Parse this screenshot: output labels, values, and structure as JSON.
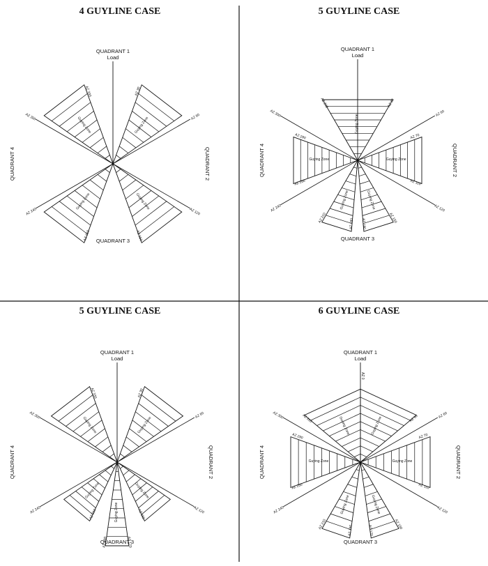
{
  "diagrams": [
    {
      "title": "4 GUYLINE CASE",
      "quadrant_1": "QUADRANT 1",
      "load": "Load",
      "quadrant_2": "QUADRANT 2",
      "quadrant_3": "QUADRANT 3",
      "quadrant_4": "QUADRANT 4",
      "axes": [
        {
          "az": 60,
          "label": "AZ 60"
        },
        {
          "az": 120,
          "label": "AZ 120"
        },
        {
          "az": 240,
          "label": "AZ 240"
        },
        {
          "az": 300,
          "label": "AZ 300"
        }
      ],
      "zones": [
        {
          "az": [
            305,
            340
          ],
          "labels": [
            "",
            "AZ 330"
          ],
          "text": "Guying Zone"
        },
        {
          "az": [
            20,
            55
          ],
          "labels": [
            "AZ 30",
            ""
          ],
          "text": "Guying Zone"
        },
        {
          "az": [
            125,
            160
          ],
          "labels": [
            "",
            "AZ 150"
          ],
          "text": "Guying Zone"
        },
        {
          "az": [
            200,
            235
          ],
          "labels": [
            "AZ 210",
            ""
          ],
          "text": "Guying Zone"
        }
      ]
    },
    {
      "title": "5 GUYLINE CASE",
      "quadrant_1": "QUADRANT 1",
      "load": "Load",
      "quadrant_2": "QUADRANT 2",
      "quadrant_3": "QUADRANT 3",
      "quadrant_4": "QUADRANT 4",
      "axes": [
        {
          "az": 60,
          "label": "AZ 60"
        },
        {
          "az": 120,
          "label": "AZ 120"
        },
        {
          "az": 240,
          "label": "AZ 240"
        },
        {
          "az": 300,
          "label": "AZ 300"
        }
      ],
      "zones": [
        {
          "az": [
            330,
            30
          ],
          "labels": [
            "AZ 330",
            "AZ 30"
          ],
          "text": "Guying Zone"
        },
        {
          "az": [
            70,
            110
          ],
          "labels": [
            "AZ 70",
            "AZ 110"
          ],
          "text": "Guying Zone"
        },
        {
          "az": [
            150,
            175
          ],
          "labels": [
            "AZ 150",
            "AZ 180"
          ],
          "text": "Guying Zone"
        },
        {
          "az": [
            185,
            210
          ],
          "labels": [
            "AZ 180",
            "AZ 210"
          ],
          "text": "Guying Zone"
        },
        {
          "az": [
            250,
            290
          ],
          "labels": [
            "AZ 250",
            "AZ 290"
          ],
          "text": "Guying Zone"
        }
      ]
    },
    {
      "title": "5 GUYLINE CASE",
      "quadrant_1": "QUADRANT 1",
      "load": "Load",
      "quadrant_2": "QUADRANT 2",
      "quadrant_3": "QUADRANT 3",
      "quadrant_4": "QUADRANT 4",
      "axes": [
        {
          "az": 60,
          "label": "AZ 60"
        },
        {
          "az": 120,
          "label": "AZ 120"
        },
        {
          "az": 240,
          "label": "AZ 240"
        },
        {
          "az": 300,
          "label": "AZ 300"
        }
      ],
      "zones": [
        {
          "az": [
            305,
            340
          ],
          "labels": [
            "",
            "AZ 330"
          ],
          "text": "Guying Zone"
        },
        {
          "az": [
            20,
            55
          ],
          "labels": [
            "AZ 30",
            ""
          ],
          "text": "Guying Zone"
        },
        {
          "az": [
            125,
            155
          ],
          "labels": [
            "",
            "AZ 150"
          ],
          "text": "Guying Zone"
        },
        {
          "az": [
            172,
            188
          ],
          "labels": [
            "AZ 170",
            "AZ 190"
          ],
          "text": "Guying Zone"
        },
        {
          "az": [
            205,
            235
          ],
          "labels": [
            "AZ 210",
            ""
          ],
          "text": "Guying Zone"
        }
      ]
    },
    {
      "title": "6 GUYLINE CASE",
      "quadrant_1": "QUADRANT 1",
      "load": "Load",
      "quadrant_2": "QUADRANT 2",
      "quadrant_3": "QUADRANT 3",
      "quadrant_4": "QUADRANT 4",
      "axes": [
        {
          "az": 60,
          "label": "AZ 60"
        },
        {
          "az": 120,
          "label": "AZ 120"
        },
        {
          "az": 240,
          "label": "AZ 240"
        },
        {
          "az": 300,
          "label": "AZ 300"
        }
      ],
      "top_label": "AZ 0",
      "zones": [
        {
          "az": [
            310,
            360
          ],
          "labels": [
            "AZ 310",
            ""
          ],
          "text": "Guying Zone"
        },
        {
          "az": [
            0,
            50
          ],
          "labels": [
            "",
            "AZ 50"
          ],
          "text": "Guying Zone"
        },
        {
          "az": [
            70,
            110
          ],
          "labels": [
            "AZ 70",
            "AZ 110"
          ],
          "text": "Guying Zone"
        },
        {
          "az": [
            150,
            172
          ],
          "labels": [
            "AZ 150",
            "AZ 170"
          ],
          "text": "Guying Zone"
        },
        {
          "az": [
            188,
            210
          ],
          "labels": [
            "AZ 190",
            "AZ 210"
          ],
          "text": "Guying Zone"
        },
        {
          "az": [
            250,
            290
          ],
          "labels": [
            "AZ 250",
            "AZ 290"
          ],
          "text": "Guying Zone"
        }
      ]
    }
  ]
}
